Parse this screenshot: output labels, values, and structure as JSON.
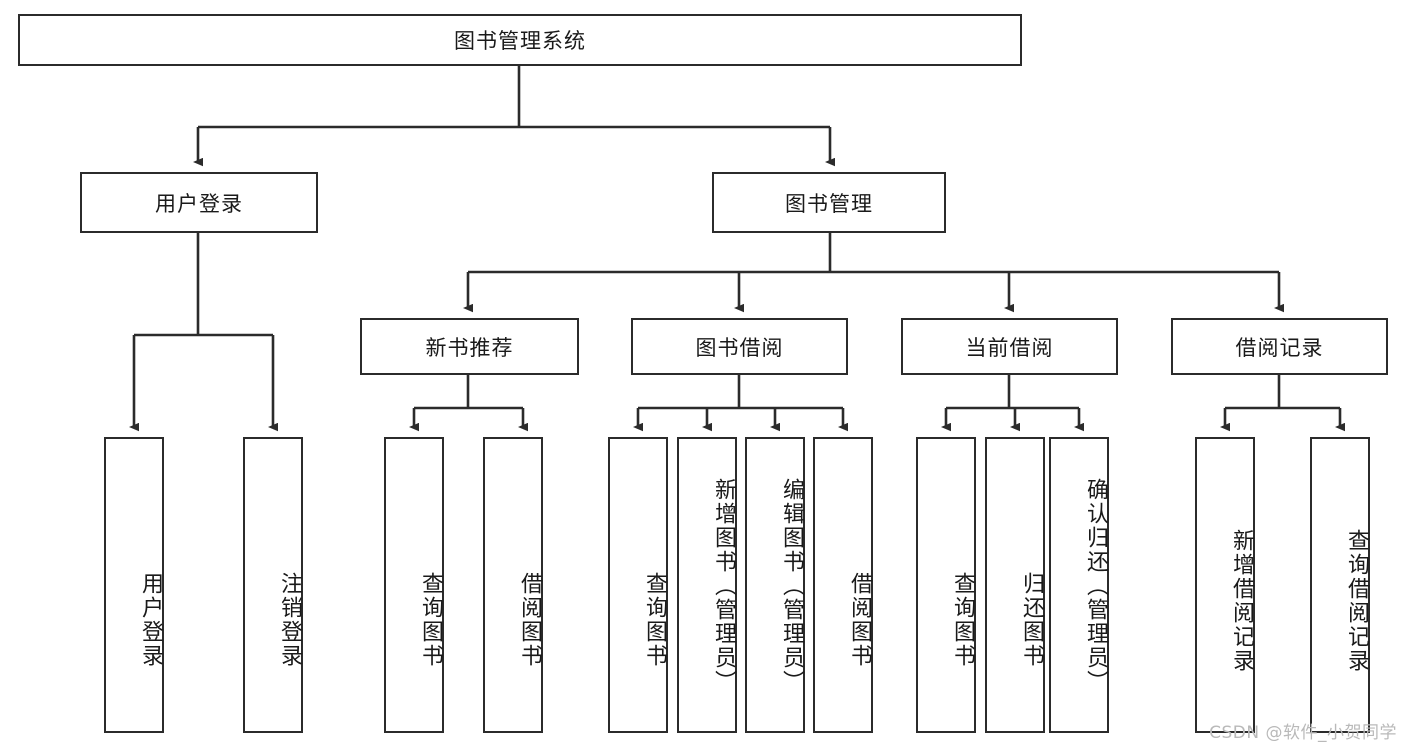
{
  "diagram": {
    "title": "图书管理系统",
    "type": "hierarchy-tree",
    "root": {
      "label": "图书管理系统"
    },
    "level1": [
      {
        "label": "用户登录"
      },
      {
        "label": "图书管理"
      }
    ],
    "level2": [
      {
        "label": "新书推荐"
      },
      {
        "label": "图书借阅"
      },
      {
        "label": "当前借阅"
      },
      {
        "label": "借阅记录"
      }
    ],
    "leaves": {
      "user_login": [
        {
          "label": "用户登录"
        },
        {
          "label": "注销登录"
        }
      ],
      "new_book_recommend": [
        {
          "label": "查询图书"
        },
        {
          "label": "借阅图书"
        }
      ],
      "book_borrow": [
        {
          "label": "查询图书"
        },
        {
          "label": "新增图书（管理员）"
        },
        {
          "label": "编辑图书（管理员）"
        },
        {
          "label": "借阅图书"
        }
      ],
      "current_borrow": [
        {
          "label": "查询图书"
        },
        {
          "label": "归还图书"
        },
        {
          "label": "确认归还（管理员）"
        }
      ],
      "borrow_record": [
        {
          "label": "新增借阅记录"
        },
        {
          "label": "查询借阅记录"
        }
      ]
    }
  },
  "watermark": {
    "text": "CSDN @软件_小贺同学"
  },
  "colors": {
    "stroke": "#2b2b2b",
    "background": "#ffffff",
    "text": "#1a1a1a",
    "watermark": "#b9b9b9"
  }
}
